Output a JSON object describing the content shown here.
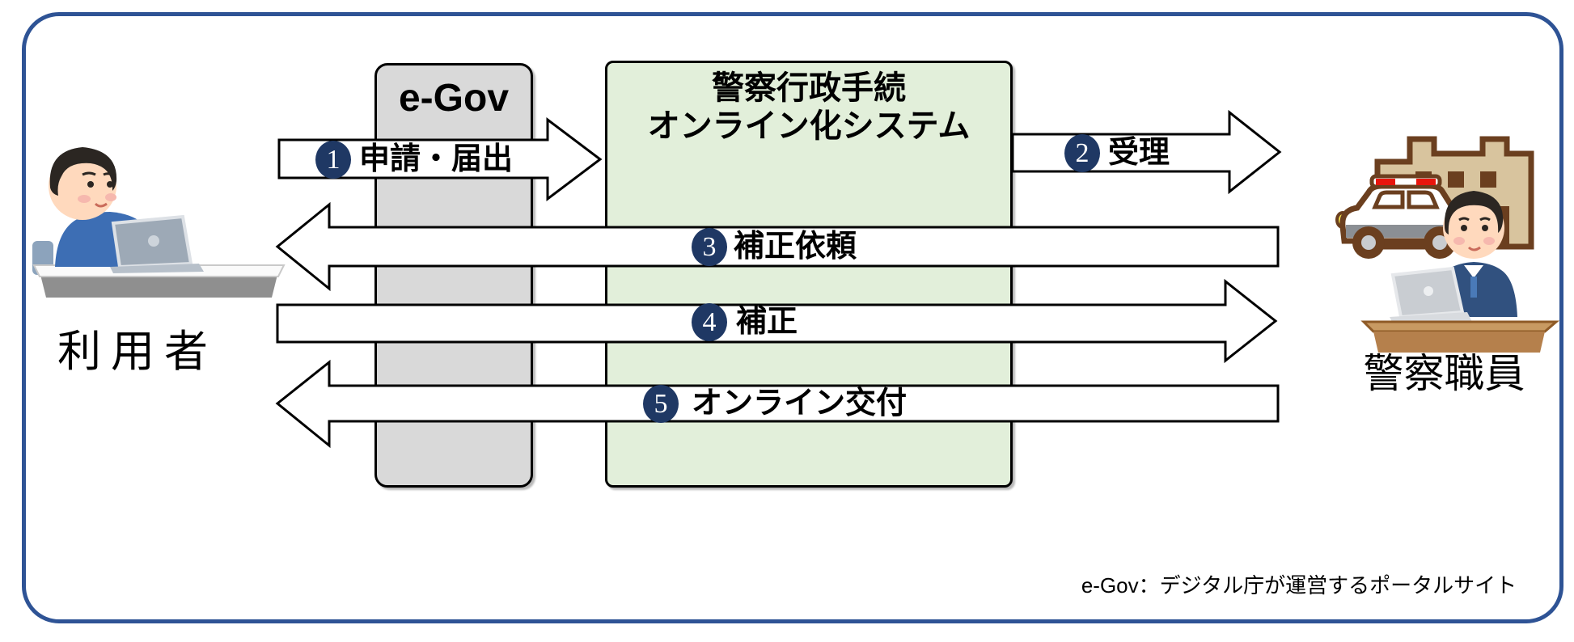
{
  "boxes": {
    "egov": {
      "label": "e-Gov"
    },
    "system": {
      "line1": "警察行政手続",
      "line2": "オンライン化システム"
    }
  },
  "actors": {
    "user": {
      "label": "利用者"
    },
    "police": {
      "label": "警察職員"
    }
  },
  "flows": [
    {
      "num": "1",
      "label": "申請・届出",
      "direction": "right",
      "from": "利用者",
      "to": "警察行政手続オンライン化システム"
    },
    {
      "num": "2",
      "label": "受理",
      "direction": "right",
      "from": "警察行政手続オンライン化システム",
      "to": "警察職員"
    },
    {
      "num": "3",
      "label": "補正依頼",
      "direction": "left",
      "from": "警察職員",
      "to": "利用者"
    },
    {
      "num": "4",
      "label": "補正",
      "direction": "right",
      "from": "利用者",
      "to": "警察職員"
    },
    {
      "num": "5",
      "label": "オンライン交付",
      "direction": "left",
      "from": "警察職員",
      "to": "利用者"
    }
  ],
  "footnote": "e-Gov：デジタル庁が運営するポータルサイト",
  "colors": {
    "frame_border": "#2E5395",
    "badge": "#1F3864",
    "egov_fill": "#D9D9D9",
    "system_fill": "#E2EFDA",
    "arrow_fill": "#FFFFFF",
    "outline": "#000000"
  }
}
